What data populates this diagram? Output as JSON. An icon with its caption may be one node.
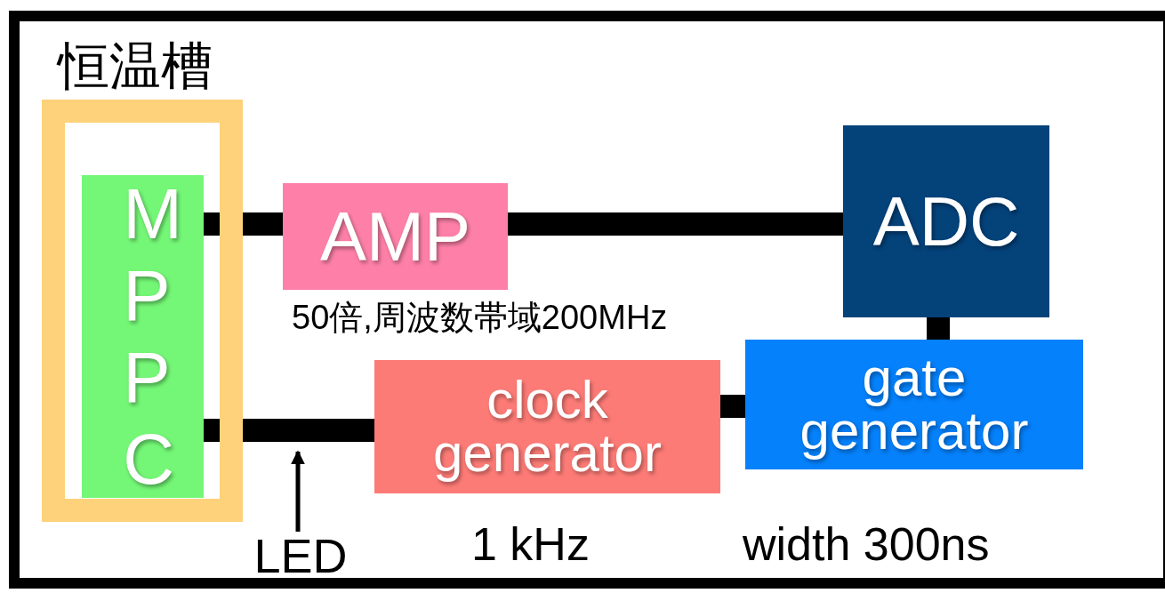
{
  "diagram": {
    "nodes": [
      {
        "text": [
          "恒温槽"
        ]
      },
      {
        "text": [
          "MPPC"
        ],
        "in": 0
      },
      {
        "text": [
          "AMP"
        ],
        "beside": [
          "50倍,周波数帯域200MHz"
        ]
      },
      {
        "text": [
          "ADC"
        ]
      },
      {
        "text": [
          "clock generator"
        ],
        "beside": [
          "1 kHz"
        ]
      },
      {
        "text": [
          "gate generator"
        ],
        "beside": [
          "width 300ns"
        ]
      },
      {
        "text": [
          "LED"
        ]
      }
    ],
    "edges": [
      {
        "from": 1,
        "to": 2,
        "arrow": "none"
      },
      {
        "from": 2,
        "to": 3,
        "arrow": "none"
      },
      {
        "from": 3,
        "to": 5,
        "arrow": "none"
      },
      {
        "from": 4,
        "to": 5,
        "arrow": "none"
      },
      {
        "from": 1,
        "to": 4,
        "arrow": "none"
      },
      {
        "from": 6,
        "to": null,
        "arrow": "to"
      }
    ]
  }
}
